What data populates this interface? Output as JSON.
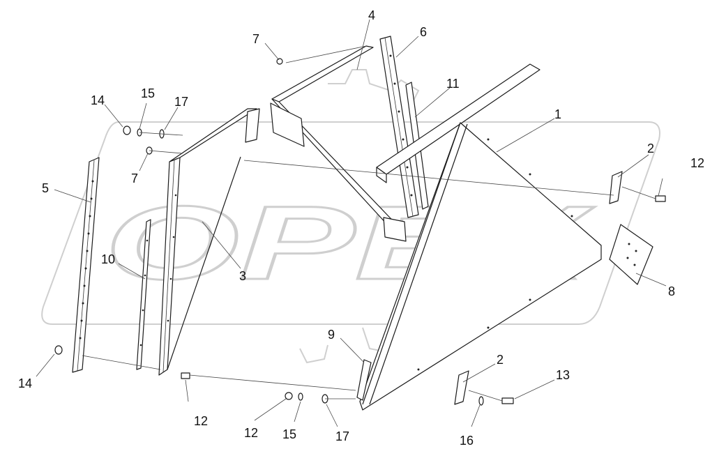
{
  "watermark": {
    "text": "OPEX"
  },
  "callouts": [
    {
      "id": "c1",
      "label": "1"
    },
    {
      "id": "c2a",
      "label": "2"
    },
    {
      "id": "c2b",
      "label": "2"
    },
    {
      "id": "c3",
      "label": "3"
    },
    {
      "id": "c4",
      "label": "4"
    },
    {
      "id": "c5",
      "label": "5"
    },
    {
      "id": "c6",
      "label": "6"
    },
    {
      "id": "c7a",
      "label": "7"
    },
    {
      "id": "c7b",
      "label": "7"
    },
    {
      "id": "c8",
      "label": "8"
    },
    {
      "id": "c9",
      "label": "9"
    },
    {
      "id": "c10",
      "label": "10"
    },
    {
      "id": "c11",
      "label": "11"
    },
    {
      "id": "c12a",
      "label": "12"
    },
    {
      "id": "c12b",
      "label": "12"
    },
    {
      "id": "c12c",
      "label": "12"
    },
    {
      "id": "c13",
      "label": "13"
    },
    {
      "id": "c14a",
      "label": "14"
    },
    {
      "id": "c14b",
      "label": "14"
    },
    {
      "id": "c15a",
      "label": "15"
    },
    {
      "id": "c15b",
      "label": "15"
    },
    {
      "id": "c16",
      "label": "16"
    },
    {
      "id": "c17a",
      "label": "17"
    },
    {
      "id": "c17b",
      "label": "17"
    }
  ]
}
